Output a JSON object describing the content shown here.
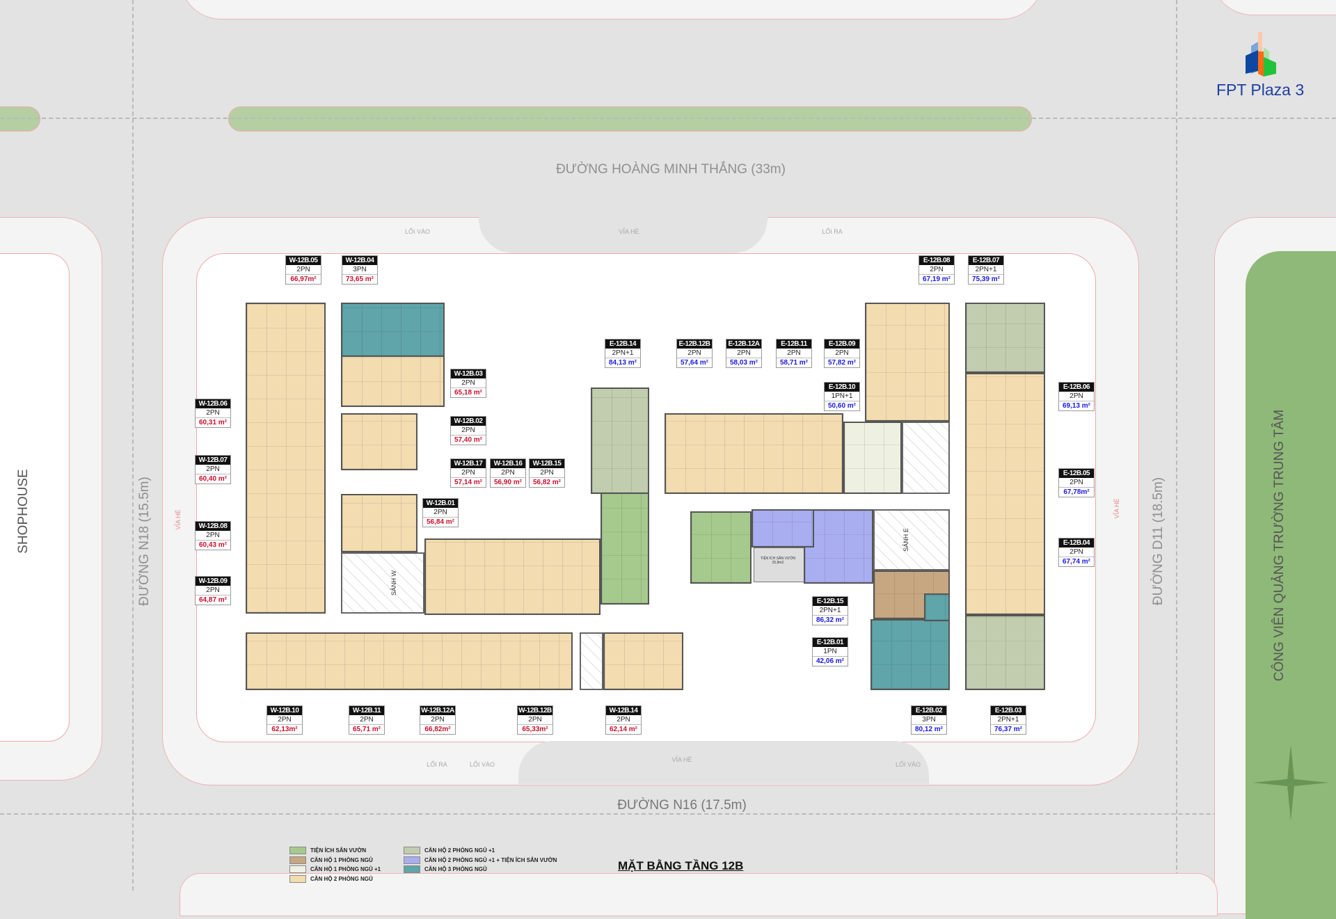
{
  "logo": {
    "text": "FPT Plaza 3",
    "colors": [
      "#0d47a1",
      "#ff6a13",
      "#22c33a"
    ]
  },
  "title": "MẶT BẰNG TẦNG 12B",
  "roads": {
    "top": "ĐƯỜNG HOÀNG MINH THẮNG (33m)",
    "bottom": "ĐƯỜNG N16 (17.5m)",
    "left": "ĐƯỜNG N18 (15.5m)",
    "right": "ĐƯỜNG D11 (18.5m)"
  },
  "areas": {
    "left_block": "SHOPHOUSE",
    "right_park": "CÔNG VIÊN QUẢNG TRƯỜNG TRUNG TÂM"
  },
  "site_labels": {
    "top_entry": "LỐI VÀO",
    "top_sidewalk": "VỈA HÈ",
    "top_exit": "LỐI RA",
    "bottom_exit": "LỐI RA",
    "bottom_entry_1": "LỐI VÀO",
    "bottom_sidewalk": "VỈA HÈ",
    "bottom_entry_2": "LỐI VÀO",
    "left_sidewalk": "VỈA HÈ",
    "right_sidewalk": "VỈA HÈ",
    "lobby_w": "SẢNH W",
    "lobby_e": "SẢNH E",
    "garden_amenity": "TIỆN ÍCH SÂN VƯỜN 25,8m2"
  },
  "colors": {
    "west_area": "#c8102e",
    "east_area": "#1a1adc"
  },
  "legend": [
    {
      "label": "TIỆN ÍCH SÂN VƯỜN",
      "color": "#a6c98e"
    },
    {
      "label": "CĂN HỘ 1 PHÒNG NGỦ",
      "color": "#c6a781"
    },
    {
      "label": "CĂN HỘ 1 PHÒNG NGỦ +1",
      "color": "#eef1e2"
    },
    {
      "label": "CĂN HỘ 2 PHÒNG NGỦ",
      "color": "#f3dcb0"
    },
    {
      "label": "CĂN HỘ 2 PHÒNG NGỦ +1",
      "color": "#c2cdb0"
    },
    {
      "label": "CĂN HỘ 2 PHÒNG NGỦ +1 + TIỆN ÍCH SÂN VƯỜN",
      "color": "#a9aef0"
    },
    {
      "label": "CĂN HỘ 3 PHÒNG NGỦ",
      "color": "#5fa5a9"
    }
  ],
  "units": [
    {
      "code": "W-12B.05",
      "type": "2PN",
      "area": "66,97m²"
    },
    {
      "code": "W-12B.04",
      "type": "3PN",
      "area": "73,65 m²"
    },
    {
      "code": "W-12B.03",
      "type": "2PN",
      "area": "65,18 m²"
    },
    {
      "code": "W-12B.02",
      "type": "2PN",
      "area": "57,40 m²"
    },
    {
      "code": "W-12B.17",
      "type": "2PN",
      "area": "57,14 m²"
    },
    {
      "code": "W-12B.16",
      "type": "2PN",
      "area": "56,90 m²"
    },
    {
      "code": "W-12B.15",
      "type": "2PN",
      "area": "56,82 m²"
    },
    {
      "code": "W-12B.01",
      "type": "2PN",
      "area": "56,84 m²"
    },
    {
      "code": "W-12B.06",
      "type": "2PN",
      "area": "60,31 m²"
    },
    {
      "code": "W-12B.07",
      "type": "2PN",
      "area": "60,40 m²"
    },
    {
      "code": "W-12B.08",
      "type": "2PN",
      "area": "60,43 m²"
    },
    {
      "code": "W-12B.09",
      "type": "2PN",
      "area": "64,87 m²"
    },
    {
      "code": "W-12B.10",
      "type": "2PN",
      "area": "62,13m²"
    },
    {
      "code": "W-12B.11",
      "type": "2PN",
      "area": "65,71 m²"
    },
    {
      "code": "W-12B.12A",
      "type": "2PN",
      "area": "66,82m²"
    },
    {
      "code": "W-12B.12B",
      "type": "2PN",
      "area": "65,33m²"
    },
    {
      "code": "W-12B.14",
      "type": "2PN",
      "area": "62,14 m²"
    },
    {
      "code": "E-12B.14",
      "type": "2PN+1",
      "area": "84,13 m²"
    },
    {
      "code": "E-12B.12B",
      "type": "2PN",
      "area": "57,64 m²"
    },
    {
      "code": "E-12B.12A",
      "type": "2PN",
      "area": "58,03 m²"
    },
    {
      "code": "E-12B.11",
      "type": "2PN",
      "area": "58,71 m²"
    },
    {
      "code": "E-12B.09",
      "type": "2PN",
      "area": "57,82 m²"
    },
    {
      "code": "E-12B.10",
      "type": "1PN+1",
      "area": "50,60 m²"
    },
    {
      "code": "E-12B.08",
      "type": "2PN",
      "area": "67,19 m²"
    },
    {
      "code": "E-12B.07",
      "type": "2PN+1",
      "area": "75,39 m²"
    },
    {
      "code": "E-12B.06",
      "type": "2PN",
      "area": "69,13 m²"
    },
    {
      "code": "E-12B.05",
      "type": "2PN",
      "area": "67,78m²"
    },
    {
      "code": "E-12B.04",
      "type": "2PN",
      "area": "67,74 m²"
    },
    {
      "code": "E-12B.15",
      "type": "2PN+1",
      "area": "86,32 m²"
    },
    {
      "code": "E-12B.01",
      "type": "1PN",
      "area": "42,06 m²"
    },
    {
      "code": "E-12B.02",
      "type": "3PN",
      "area": "80,12 m²"
    },
    {
      "code": "E-12B.03",
      "type": "2PN+1",
      "area": "76,37 m²"
    }
  ]
}
